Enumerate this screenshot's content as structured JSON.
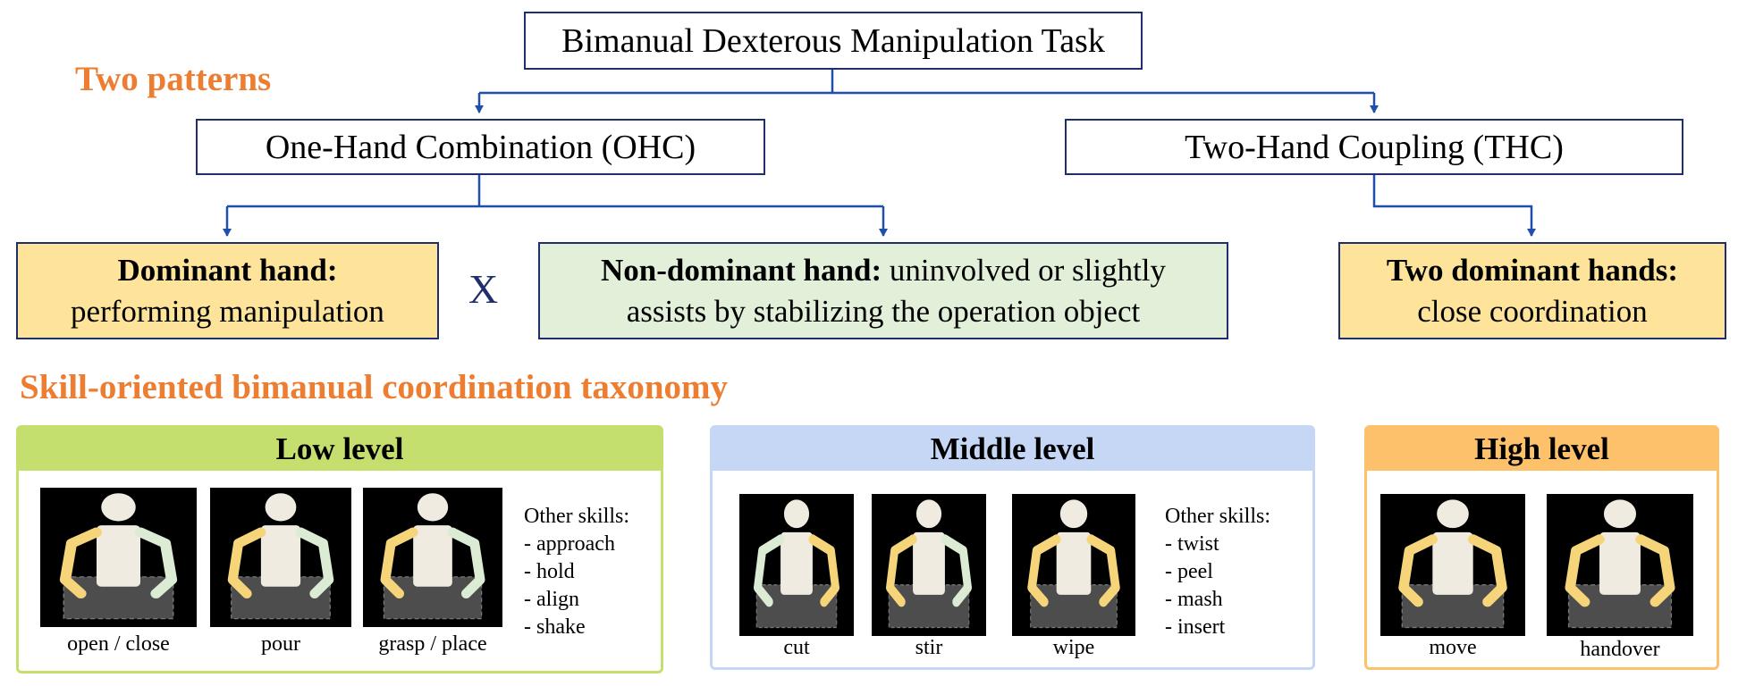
{
  "root": "Bimanual Dexterous Manipulation Task",
  "section1_title": "Two patterns",
  "ohc": "One-Hand Combination (OHC)",
  "thc": "Two-Hand Coupling (THC)",
  "dominant": {
    "bold": "Dominant hand:",
    "text": "performing manipulation"
  },
  "times": "X",
  "nondominant": {
    "bold": "Non-dominant hand:",
    "line1": " uninvolved or slightly",
    "line2": "assists by stabilizing the operation object"
  },
  "two_dominant": {
    "bold": "Two dominant hands:",
    "text": "close coordination"
  },
  "section2_title": "Skill-oriented bimanual coordination taxonomy",
  "levels": {
    "low": {
      "title": "Low level",
      "color": "#c5df6f",
      "captions": [
        "open / close",
        "pour",
        "grasp / place"
      ],
      "skills": [
        "Other skills:",
        "- approach",
        "- hold",
        "- align",
        "- shake"
      ]
    },
    "middle": {
      "title": "Middle level",
      "color": "#c5d7f5",
      "captions": [
        "cut",
        "stir",
        "wipe"
      ],
      "skills": [
        "Other skills:",
        "- twist",
        "- peel",
        "- mash",
        "- insert"
      ]
    },
    "high": {
      "title": "High level",
      "color": "#fdc06b",
      "captions": [
        "move",
        "handover"
      ]
    }
  },
  "colors": {
    "line": "#1f4fa8",
    "box_border": "#1f2f6b",
    "orange": "#ed7d31"
  }
}
